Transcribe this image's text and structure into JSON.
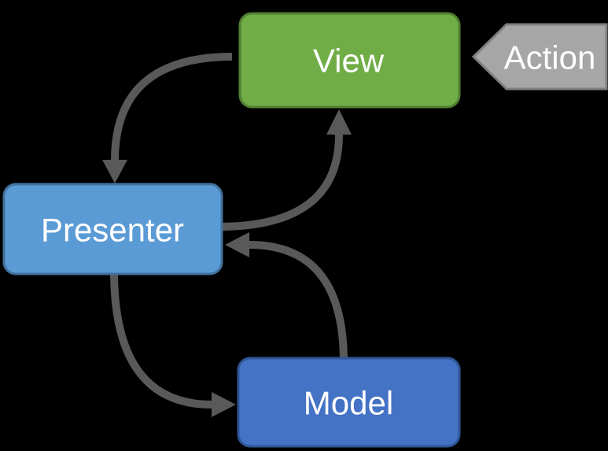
{
  "diagram": {
    "type": "architecture-pattern-diagram",
    "pattern": "Model-View-Presenter",
    "background_color": "#000000",
    "connector_color": "#595959",
    "nodes": {
      "view": {
        "label": "View",
        "shape": "rounded-rectangle",
        "fill": "#70AD47",
        "border": "#507E32",
        "text_color": "#FFFFFF"
      },
      "presenter": {
        "label": "Presenter",
        "shape": "rounded-rectangle",
        "fill": "#5B9BD5",
        "border": "#41719C",
        "text_color": "#FFFFFF"
      },
      "model": {
        "label": "Model",
        "shape": "rounded-rectangle",
        "fill": "#4472C4",
        "border": "#2F5597",
        "text_color": "#FFFFFF"
      },
      "action": {
        "label": "Action",
        "shape": "left-pointing-chevron",
        "fill": "#A6A6A6",
        "border": "#7F7F7F",
        "text_color": "#FFFFFF"
      }
    },
    "edges": [
      {
        "from": "View",
        "to": "Presenter",
        "style": "curved-arrow"
      },
      {
        "from": "Presenter",
        "to": "View",
        "style": "curved-arrow"
      },
      {
        "from": "Presenter",
        "to": "Model",
        "style": "curved-arrow"
      },
      {
        "from": "Model",
        "to": "Presenter",
        "style": "curved-arrow"
      },
      {
        "from": "Action",
        "to": "View",
        "style": "chevron-pointer"
      }
    ]
  }
}
